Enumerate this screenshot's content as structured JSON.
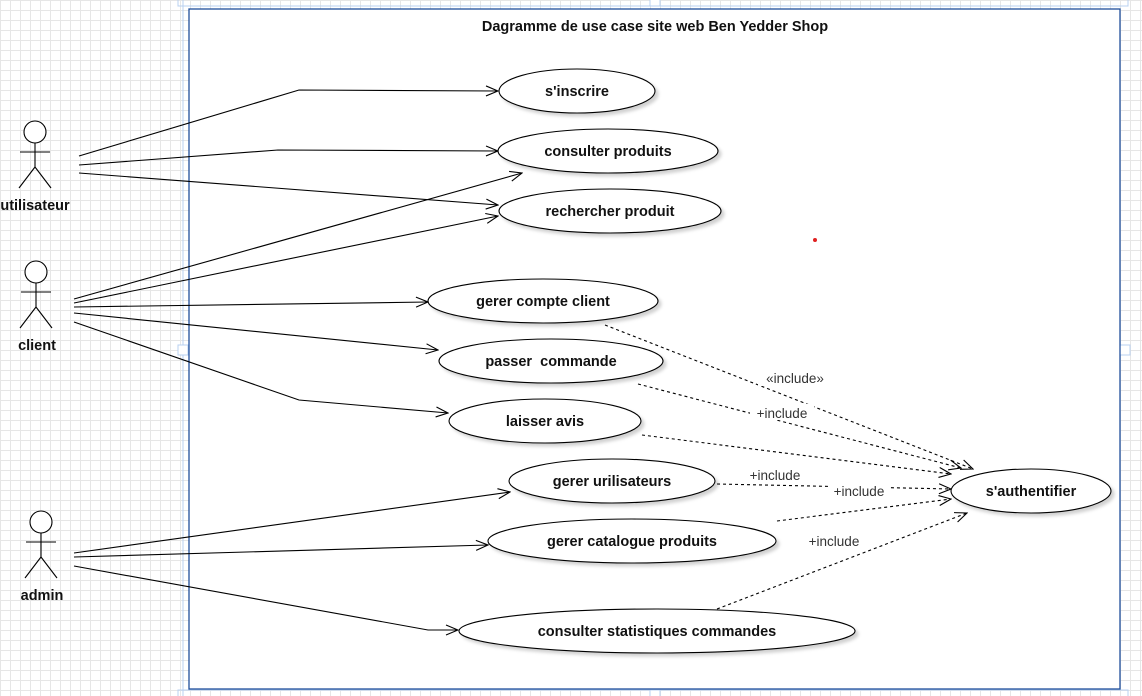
{
  "title": "Dagramme de use case site web Ben Yedder Shop",
  "actors": {
    "utilisateur": "utilisateur",
    "client": "client",
    "admin": "admin"
  },
  "use_cases": {
    "inscrire": "s'inscrire",
    "consulter_produits": "consulter produits",
    "rechercher_produit": "rechercher produit",
    "gerer_compte": "gerer compte client",
    "passer_commande": "passer  commande",
    "laisser_avis": "laisser avis",
    "gerer_utilisateurs": "gerer urilisateurs",
    "gerer_catalogue": "gerer catalogue produits",
    "consulter_stats": "consulter statistiques commandes",
    "authentifier": "s'authentifier"
  },
  "edge_labels": {
    "compte_auth": "«include»",
    "commande_auth": "+include",
    "utilisateurs_auth": "+include",
    "catalogue_auth": "+include",
    "stats_auth": "+include"
  },
  "colors": {
    "boundary": "#1f4e9c",
    "selection": "#b8d0f0",
    "line": "#000000",
    "marker": "#e02020"
  }
}
